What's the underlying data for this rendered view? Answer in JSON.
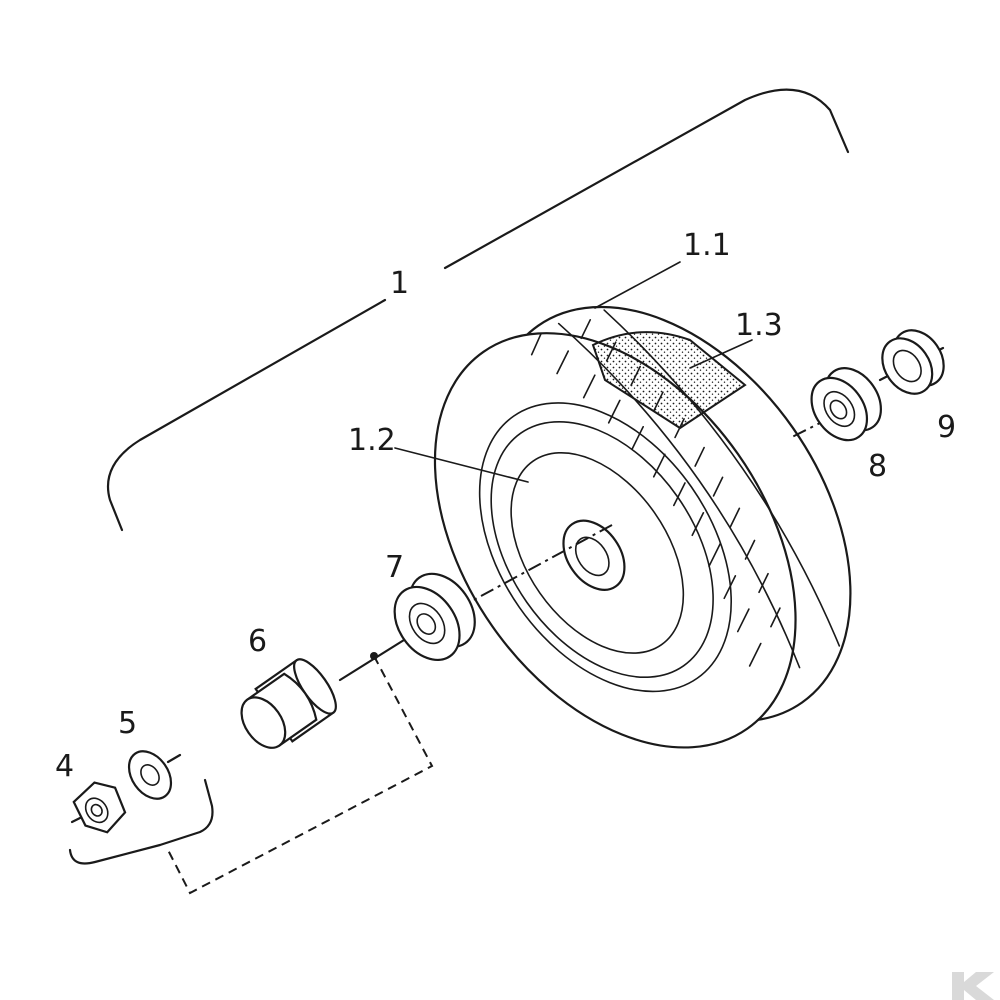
{
  "labels": {
    "assembly": "1",
    "tyre": "1.1",
    "rim": "1.2",
    "tread_section": "1.3",
    "nut": "4",
    "washer": "5",
    "cap": "6",
    "bearing_front": "7",
    "bearing_rear": "8",
    "spacer": "9"
  },
  "colors": {
    "line": "#1a1a1a",
    "background": "#ffffff",
    "watermark": "#d9d9d9"
  }
}
